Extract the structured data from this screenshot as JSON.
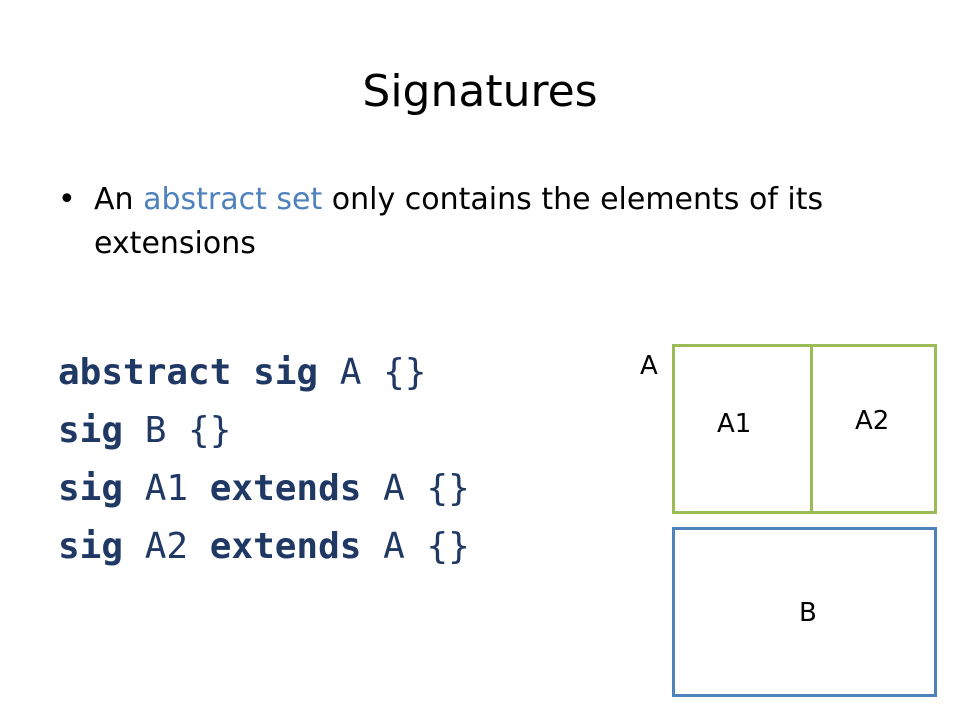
{
  "slide": {
    "title": "Signatures",
    "bullet": {
      "prefix": "An ",
      "highlight": "abstract set",
      "suffix": " only contains the elements of its extensions"
    },
    "code_lines": [
      [
        {
          "text": "abstract",
          "kw": true
        },
        {
          "text": " "
        },
        {
          "text": "sig",
          "kw": true
        },
        {
          "text": " A {}"
        }
      ],
      [
        {
          "text": "sig",
          "kw": true
        },
        {
          "text": " B {}"
        }
      ],
      [
        {
          "text": "sig",
          "kw": true
        },
        {
          "text": " A1 "
        },
        {
          "text": "extends",
          "kw": true
        },
        {
          "text": " A {}"
        }
      ],
      [
        {
          "text": "sig",
          "kw": true
        },
        {
          "text": " A2 "
        },
        {
          "text": "extends",
          "kw": true
        },
        {
          "text": " A {}"
        }
      ]
    ]
  },
  "diagram": {
    "label_a": "A",
    "label_a1": "A1",
    "label_a2": "A2",
    "label_b": "B"
  },
  "colors": {
    "accent_blue": "#4f81bd",
    "set_a_green": "#9bbb59",
    "set_b_blue": "#4f81bd",
    "code_navy": "#1f3864"
  }
}
